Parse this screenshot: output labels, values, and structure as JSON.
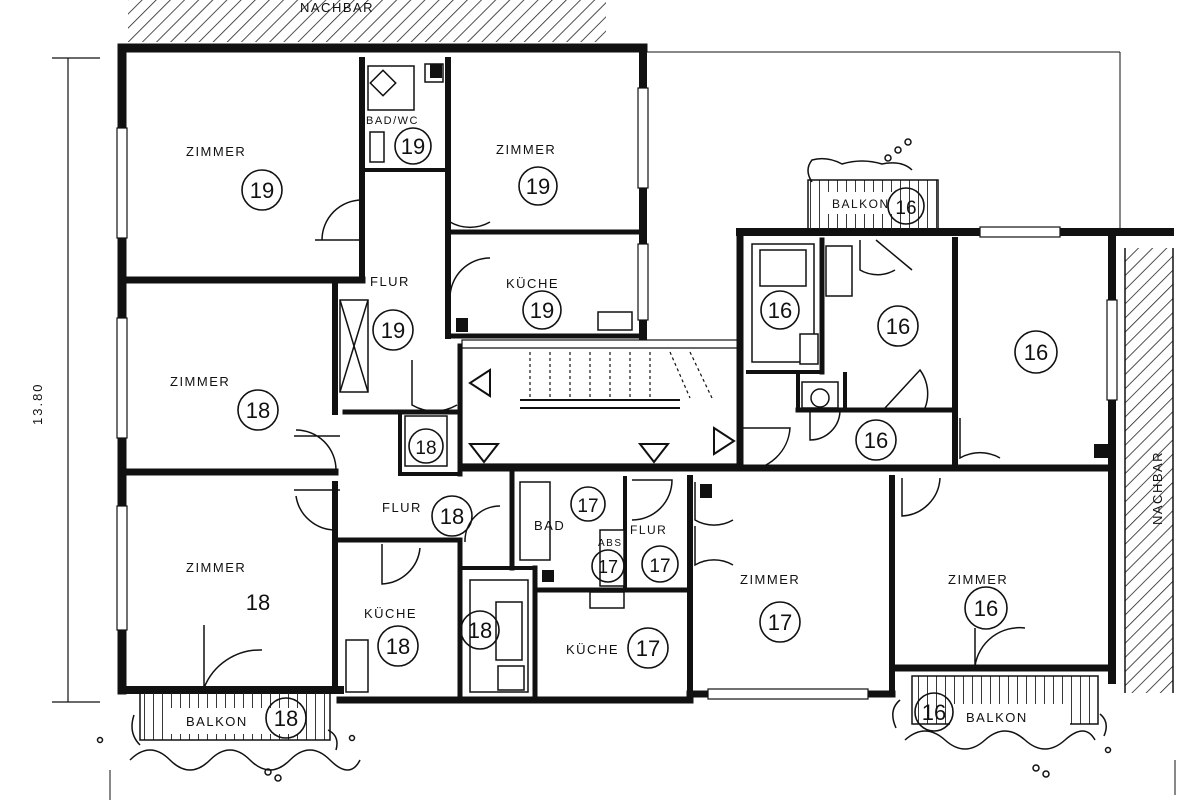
{
  "labels": {
    "neighbor_top": "NACHBAR",
    "neighbor_right": "NACHBAR",
    "dimension": "13.80",
    "zimmer": "ZIMMER",
    "kueche": "KÜCHE",
    "flur": "FLUR",
    "bad_wc": "BAD/WC",
    "bad": "BAD",
    "balkon": "BALKON",
    "abs": "ABS"
  },
  "unit_numbers": {
    "zimmer_19_left": "19",
    "bad_19": "19",
    "zimmer_19_right": "19",
    "flur_19": "19",
    "kueche_19": "19",
    "zimmer_18_top": "18",
    "zimmer_18_bottom": "18",
    "abs_18": "18",
    "flur_18": "18",
    "kueche_18": "18",
    "bad_18": "18",
    "balkon_18": "18",
    "bad_17": "17",
    "abs_17": "17",
    "flur_17": "17",
    "kueche_17": "17",
    "zimmer_17": "17",
    "balkon_16_top": "16",
    "bad_16": "16",
    "room_16_mid": "16",
    "room_16_right": "16",
    "flur_16": "16",
    "zimmer_16": "16",
    "balkon_16_bottom": "16"
  },
  "colors": {
    "wall": "#111111",
    "paper": "#ffffff"
  }
}
